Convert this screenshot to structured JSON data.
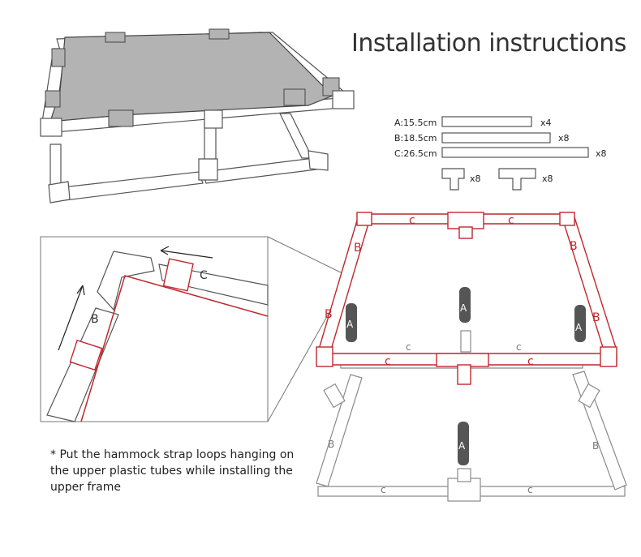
{
  "title": "Installation instructions",
  "parts": [
    {
      "label": "A:15.5cm",
      "qty": "x4"
    },
    {
      "label": "B:18.5cm",
      "qty": "x8"
    },
    {
      "label": "C:26.5cm",
      "qty": "x8"
    }
  ],
  "connectors": [
    {
      "qty": "x8"
    },
    {
      "qty": "x8"
    }
  ],
  "tube_letters": {
    "a": "A",
    "b": "B",
    "c": "C",
    "c_small": "c"
  },
  "note": "* Put the hammock strap loops hanging on the upper plastic tubes while installing the upper frame",
  "colors": {
    "highlight": "#c1272d",
    "tube": "#555555",
    "hammock": "#b3b3b3",
    "dark_tube": "#555555"
  }
}
